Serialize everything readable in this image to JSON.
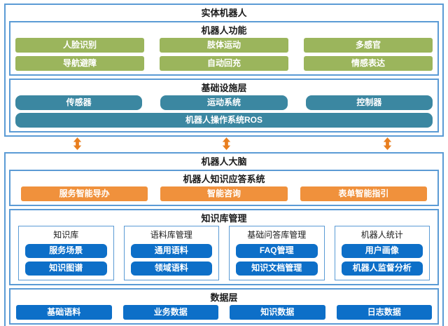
{
  "colors": {
    "border_blue": "#5B9BD5",
    "green_button": "#9BB55C",
    "teal_button": "#3B87A1",
    "orange_button": "#F0913C",
    "blue_button": "#0D6FC8",
    "arrow_orange": "#E87E1E",
    "title_text": "#1A1A1A",
    "button_text": "#FFFFFF"
  },
  "physical_robot": {
    "title": "实体机器人",
    "functions": {
      "title": "机器人功能",
      "buttons": [
        "人脸识别",
        "肢体运动",
        "多感官",
        "导航避障",
        "自动回充",
        "情感表达"
      ]
    },
    "infrastructure": {
      "title": "基础设施层",
      "buttons": [
        "传感器",
        "运动系统",
        "控制器"
      ],
      "wide_button": "机器人操作系统ROS"
    }
  },
  "connectors": {
    "icon": "double-vertical-arrow-icon",
    "count": 3
  },
  "robot_brain": {
    "title": "机器人大脑",
    "qa_system": {
      "title": "机器人知识应答系统",
      "buttons": [
        "服务智能导办",
        "智能咨询",
        "表单智能指引"
      ]
    },
    "knowledge_mgmt": {
      "title": "知识库管理",
      "groups": [
        {
          "title": "知识库",
          "buttons": [
            "服务场景",
            "知识图谱"
          ]
        },
        {
          "title": "语料库管理",
          "buttons": [
            "通用语料",
            "领域语料"
          ]
        },
        {
          "title": "基础问答库管理",
          "buttons": [
            "FAQ管理",
            "知识文档管理"
          ]
        },
        {
          "title": "机器人统计",
          "buttons": [
            "用户画像",
            "机器人监督分析"
          ]
        }
      ]
    },
    "data_layer": {
      "title": "数据层",
      "buttons": [
        "基础语料",
        "业务数据",
        "知识数据",
        "日志数据"
      ]
    }
  }
}
